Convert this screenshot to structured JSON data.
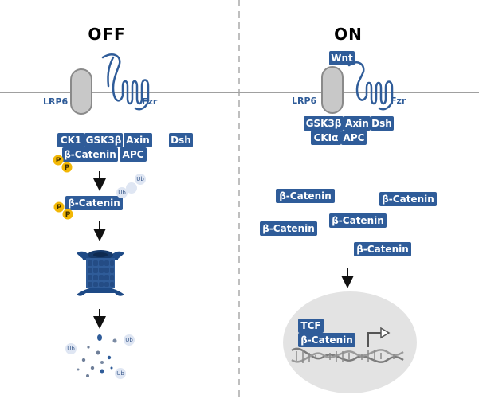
{
  "off": {
    "title": "OFF",
    "receptor_lrp6": "LRP6",
    "receptor_fzr": "Fzr",
    "complex": {
      "ck1": "CK1",
      "gsk3b": "GSK3β",
      "axin": "Axin",
      "beta_catenin": "β-Catenin",
      "apc": "APC"
    },
    "dsh": "Dsh",
    "phospho_label": "P",
    "ub_label": "Ub",
    "beta_catenin": "β-Catenin"
  },
  "on": {
    "title": "ON",
    "wnt": "Wnt",
    "receptor_lrp6": "LRP6",
    "receptor_fzr": "Fzr",
    "complex": {
      "gsk3b": "GSK3β",
      "axin": "Axin",
      "dsh": "Dsh",
      "ck1a": "CKIα",
      "apc": "APC"
    },
    "free_beta_catenin": [
      "β-Catenin",
      "β-Catenin",
      "β-Catenin",
      "β-Catenin",
      "β-Catenin"
    ],
    "nucleus": {
      "tcf": "TCF",
      "beta_catenin": "β-Catenin"
    }
  },
  "colors": {
    "protein_box": "#2f5c99",
    "membrane": "#a0a0a0",
    "phosphate": "#f2b705",
    "ubiquitin": "#dfe6f3",
    "nucleus": "#e3e3e3",
    "proteasome": "#1e4a86",
    "divider": "#aaaaaa"
  }
}
